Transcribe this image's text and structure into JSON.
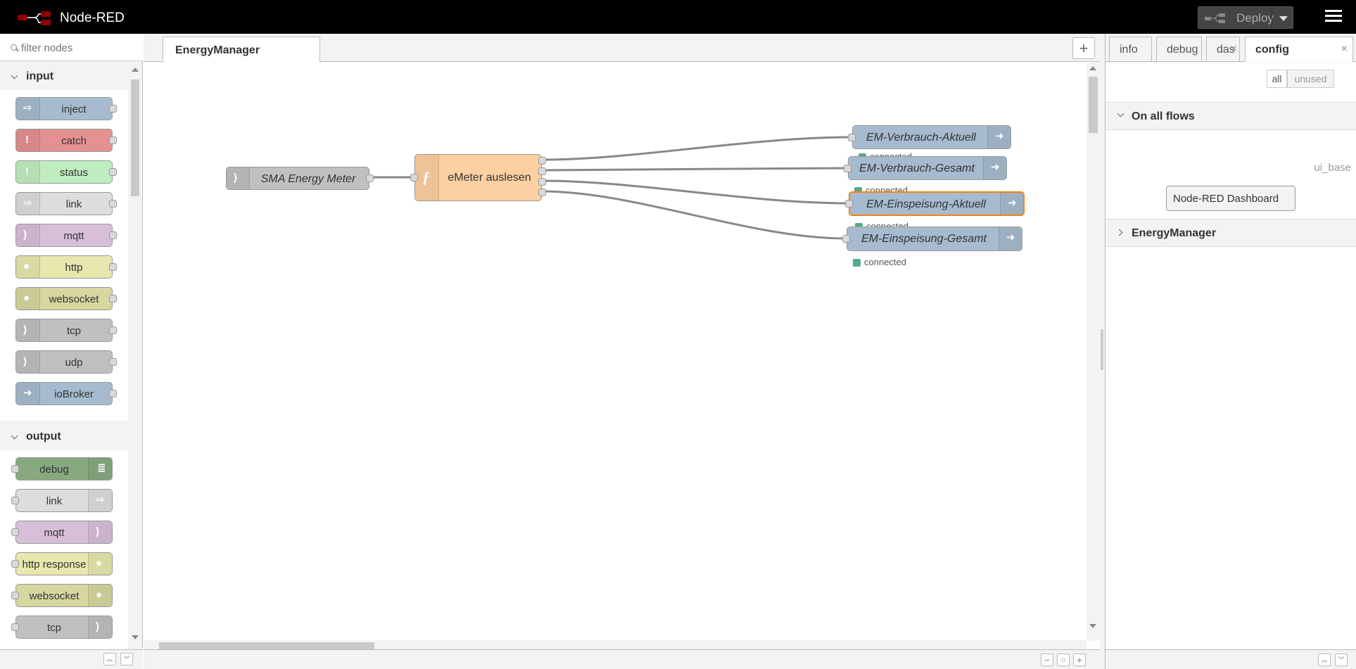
{
  "header": {
    "title": "Node-RED",
    "deploy_label": "Deploy"
  },
  "palette": {
    "filter_placeholder": "filter nodes",
    "categories": [
      {
        "label": "input",
        "nodes": [
          "inject",
          "catch",
          "status",
          "link",
          "mqtt",
          "http",
          "websocket",
          "tcp",
          "udp",
          "ioBroker"
        ]
      },
      {
        "label": "output",
        "nodes": [
          "debug",
          "link",
          "mqtt",
          "http response",
          "websocket",
          "tcp"
        ]
      }
    ]
  },
  "workspace": {
    "tab_label": "EnergyManager",
    "add_tab_symbol": "+",
    "nodes": {
      "sma": "SMA Energy Meter",
      "func": "eMeter auslesen",
      "o1": "EM-Verbrauch-Aktuell",
      "o2": "EM-Verbrauch-Gesamt",
      "o3": "EM-Einspeisung-Aktuell",
      "o4": "EM-Einspeisung-Gesamt"
    },
    "status_text": "connected",
    "colors": {
      "wire": "#888888",
      "selected": "#ff7f0e",
      "status_green": "#55aa88"
    }
  },
  "sidebar": {
    "tabs": [
      "info",
      "debug",
      "das",
      "config"
    ],
    "close_symbol": "×",
    "toggle_all": "all",
    "toggle_unused": "unused",
    "section_all_flows": "On all flows",
    "config_type": "ui_base",
    "config_node": "Node-RED Dashboard",
    "section_energy": "EnergyManager"
  }
}
